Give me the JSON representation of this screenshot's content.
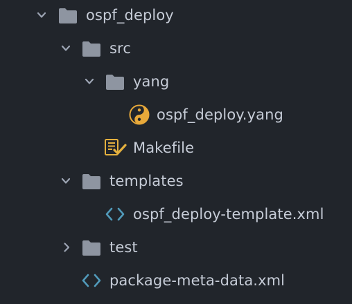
{
  "tree": {
    "root": {
      "label": "ospf_deploy",
      "expanded": true,
      "icon": "folder-icon"
    },
    "src": {
      "label": "src",
      "expanded": true,
      "icon": "folder-icon"
    },
    "yang": {
      "label": "yang",
      "expanded": true,
      "icon": "folder-icon"
    },
    "yang_file": {
      "label": "ospf_deploy.yang",
      "icon": "yin-yang-icon"
    },
    "makefile": {
      "label": "Makefile",
      "icon": "makefile-icon"
    },
    "templates": {
      "label": "templates",
      "expanded": true,
      "icon": "folder-icon"
    },
    "template_file": {
      "label": "ospf_deploy-template.xml",
      "icon": "xml-code-icon"
    },
    "test": {
      "label": "test",
      "expanded": false,
      "icon": "folder-icon"
    },
    "package_meta": {
      "label": "package-meta-data.xml",
      "icon": "xml-code-icon"
    }
  },
  "colors": {
    "background": "#21252b",
    "text": "#c6ccd7",
    "folder": "#8e95a1",
    "chevron": "#9da5b4",
    "xml_icon": "#519aba",
    "yin_yang": "#e8a93a",
    "makefile": "#e5b13f"
  }
}
